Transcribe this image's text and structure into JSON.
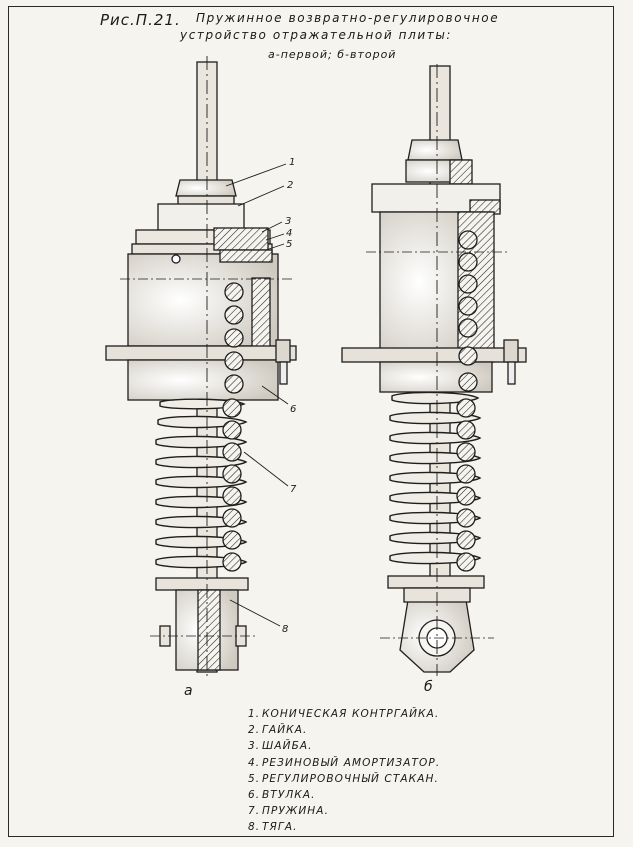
{
  "figure_number": "Рис.П.21.",
  "title_line_1": "Пружинное возвратно-регулировочное",
  "title_line_2": "устройство отражательной плиты:",
  "title_line_3": "а-первой; б-второй",
  "variant_a_label": "а",
  "variant_b_label": "б",
  "callouts": [
    "1",
    "2",
    "3",
    "4",
    "5",
    "6",
    "7",
    "8"
  ],
  "legend": [
    {
      "num": "1.",
      "text": "КОНИЧЕСКАЯ КОНТРГАЙКА."
    },
    {
      "num": "2.",
      "text": "ГАЙКА."
    },
    {
      "num": "3.",
      "text": "ШАЙБА."
    },
    {
      "num": "4.",
      "text": "РЕЗИНОВЫЙ АМОРТИЗАТОР."
    },
    {
      "num": "5.",
      "text": "РЕГУЛИРОВОЧНЫЙ СТАКАН."
    },
    {
      "num": "6.",
      "text": "ВТУЛКА."
    },
    {
      "num": "7.",
      "text": "ПРУЖИНА."
    },
    {
      "num": "8.",
      "text": "ТЯГА."
    }
  ]
}
